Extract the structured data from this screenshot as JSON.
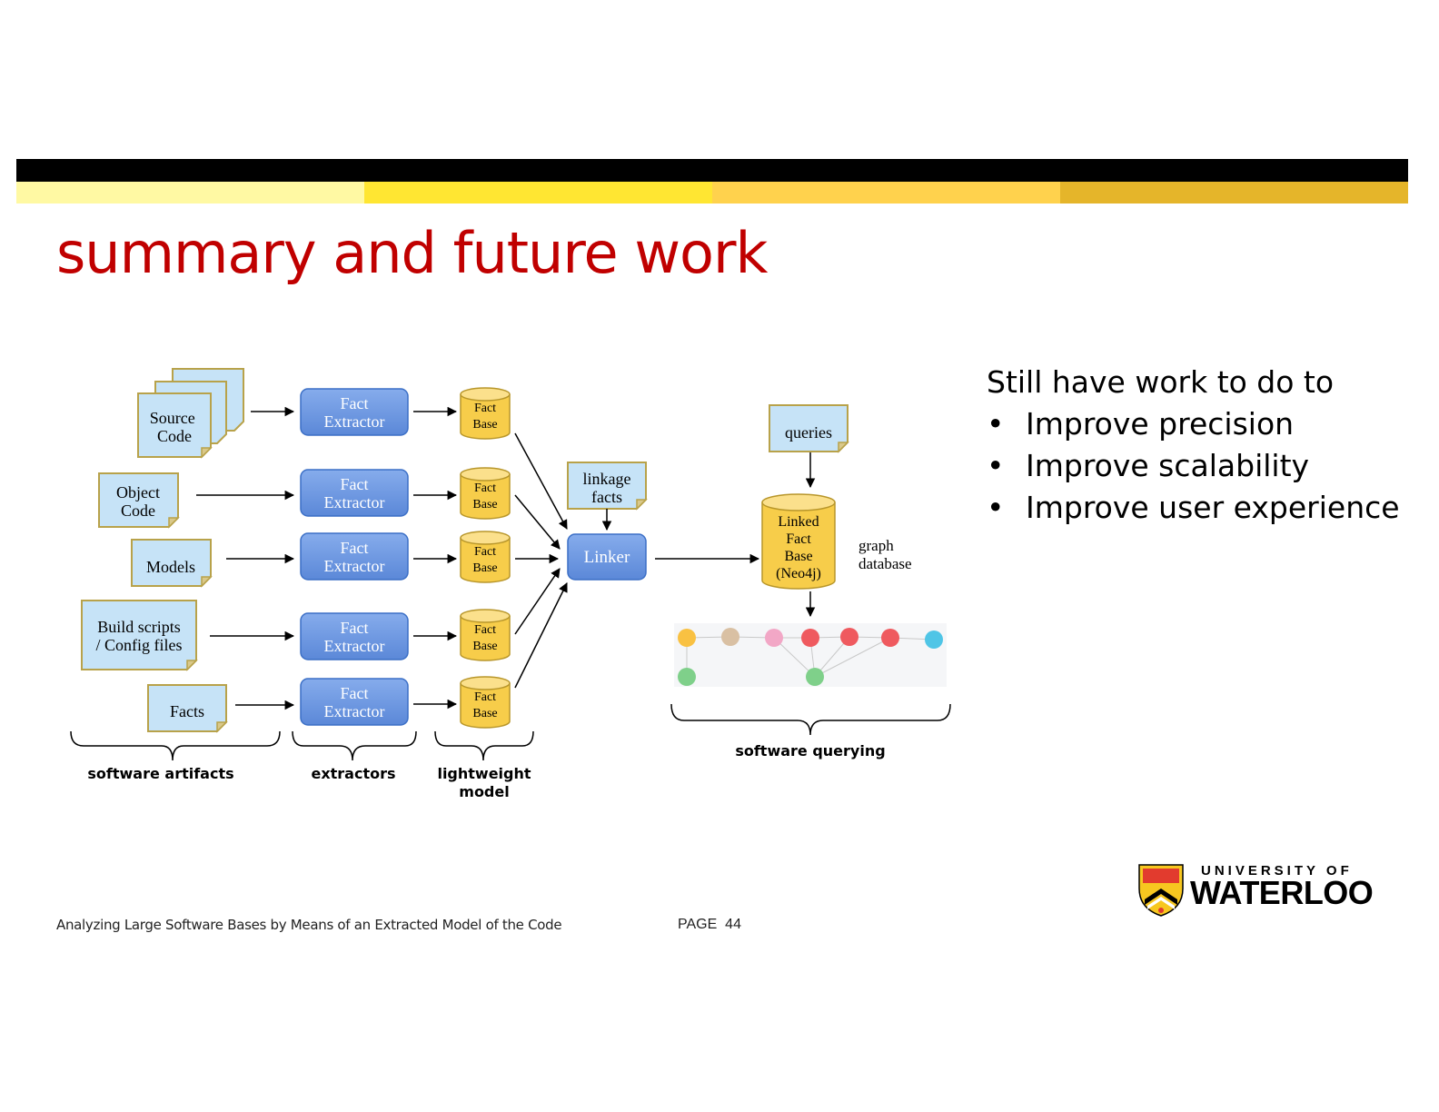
{
  "slide": {
    "title": "summary and future work",
    "footer_text": "Analyzing Large Software Bases by Means of an Extracted Model of the Code",
    "page_label": "PAGE",
    "page_number": "44"
  },
  "colors": {
    "title": "#c00000",
    "stripes": [
      "#fff9a3",
      "#ffe632",
      "#ffd24d",
      "#e5b52a"
    ],
    "extractor_fill": "#6f9be3",
    "cylinder_fill": "#f7cd4a",
    "note_fill": "#c6e3f7"
  },
  "bullets": {
    "lead": "Still have work to do to",
    "items": [
      "Improve precision",
      "Improve scalability",
      "Improve user experience"
    ]
  },
  "diagram": {
    "artifacts": {
      "source_code": "Source Code",
      "object_code": "Object Code",
      "models": "Models",
      "build_scripts": "Build scripts / Config files",
      "facts": "Facts"
    },
    "extractor_label": "Fact Extractor",
    "fact_base_label": "Fact Base",
    "linkage_facts": "linkage facts",
    "linker": "Linker",
    "queries": "queries",
    "linked_fact_base": "Linked Fact Base (Neo4j)",
    "graph_database": "graph database",
    "groups": {
      "software_artifacts": "software artifacts",
      "extractors": "extractors",
      "lightweight_model": "lightweight model",
      "software_querying": "software querying"
    }
  },
  "logo": {
    "line1": "UNIVERSITY OF",
    "line2": "WATERLOO"
  }
}
